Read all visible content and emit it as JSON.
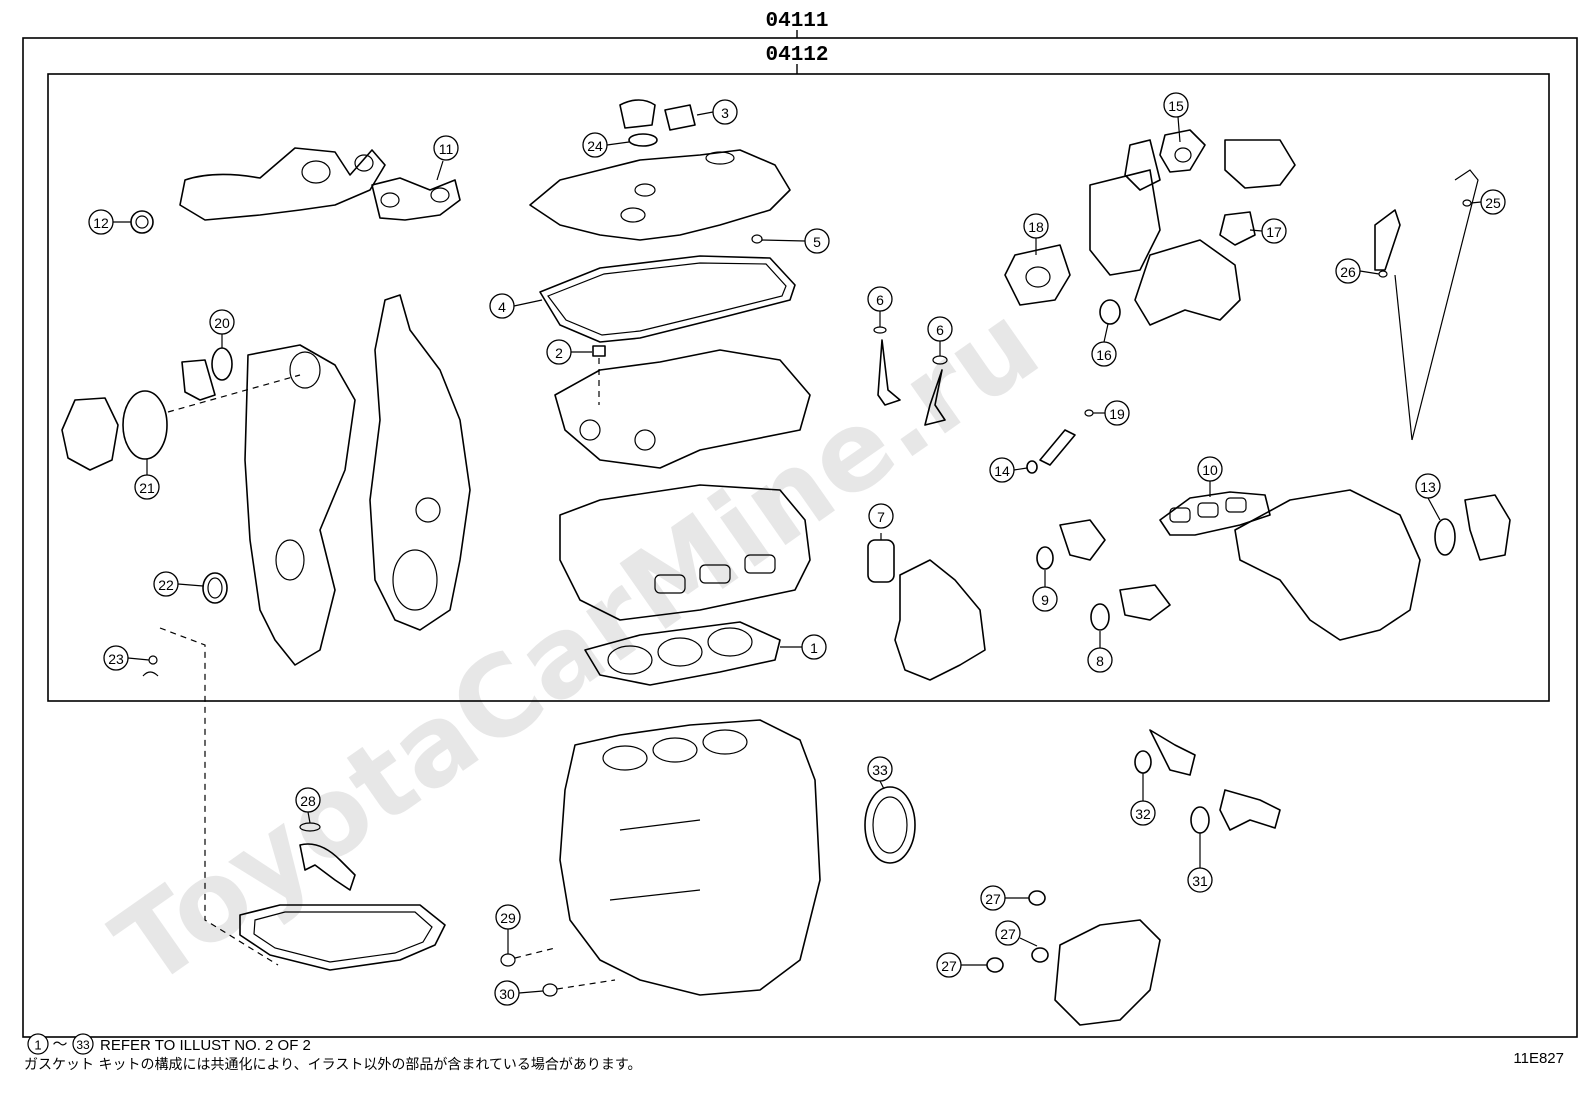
{
  "header": {
    "outer_code": "04111",
    "inner_code": "04112"
  },
  "watermark": "ToyotaCarMine.ru",
  "callouts": [
    {
      "id": "c1",
      "label": "1"
    },
    {
      "id": "c2",
      "label": "2"
    },
    {
      "id": "c3",
      "label": "3"
    },
    {
      "id": "c4",
      "label": "4"
    },
    {
      "id": "c5",
      "label": "5"
    },
    {
      "id": "c6a",
      "label": "6"
    },
    {
      "id": "c6b",
      "label": "6"
    },
    {
      "id": "c7",
      "label": "7"
    },
    {
      "id": "c8",
      "label": "8"
    },
    {
      "id": "c9",
      "label": "9"
    },
    {
      "id": "c10",
      "label": "10"
    },
    {
      "id": "c11",
      "label": "11"
    },
    {
      "id": "c12",
      "label": "12"
    },
    {
      "id": "c13",
      "label": "13"
    },
    {
      "id": "c14",
      "label": "14"
    },
    {
      "id": "c15",
      "label": "15"
    },
    {
      "id": "c16",
      "label": "16"
    },
    {
      "id": "c17",
      "label": "17"
    },
    {
      "id": "c18",
      "label": "18"
    },
    {
      "id": "c19",
      "label": "19"
    },
    {
      "id": "c20",
      "label": "20"
    },
    {
      "id": "c21",
      "label": "21"
    },
    {
      "id": "c22",
      "label": "22"
    },
    {
      "id": "c23",
      "label": "23"
    },
    {
      "id": "c24",
      "label": "24"
    },
    {
      "id": "c25",
      "label": "25"
    },
    {
      "id": "c26",
      "label": "26"
    },
    {
      "id": "c27a",
      "label": "27"
    },
    {
      "id": "c27b",
      "label": "27"
    },
    {
      "id": "c27c",
      "label": "27"
    },
    {
      "id": "c28",
      "label": "28"
    },
    {
      "id": "c29",
      "label": "29"
    },
    {
      "id": "c30",
      "label": "30"
    },
    {
      "id": "c31",
      "label": "31"
    },
    {
      "id": "c32",
      "label": "32"
    },
    {
      "id": "c33",
      "label": "33"
    }
  ],
  "footer": {
    "range_start": "1",
    "range_sep": "～",
    "range_end": "33",
    "refer_text": "REFER TO ILLUST NO. 2 OF 2",
    "note_jp": "ガスケット キットの構成には共通化により、イラスト以外の部品が含まれている場合があります。",
    "figure_code": "11E827"
  }
}
